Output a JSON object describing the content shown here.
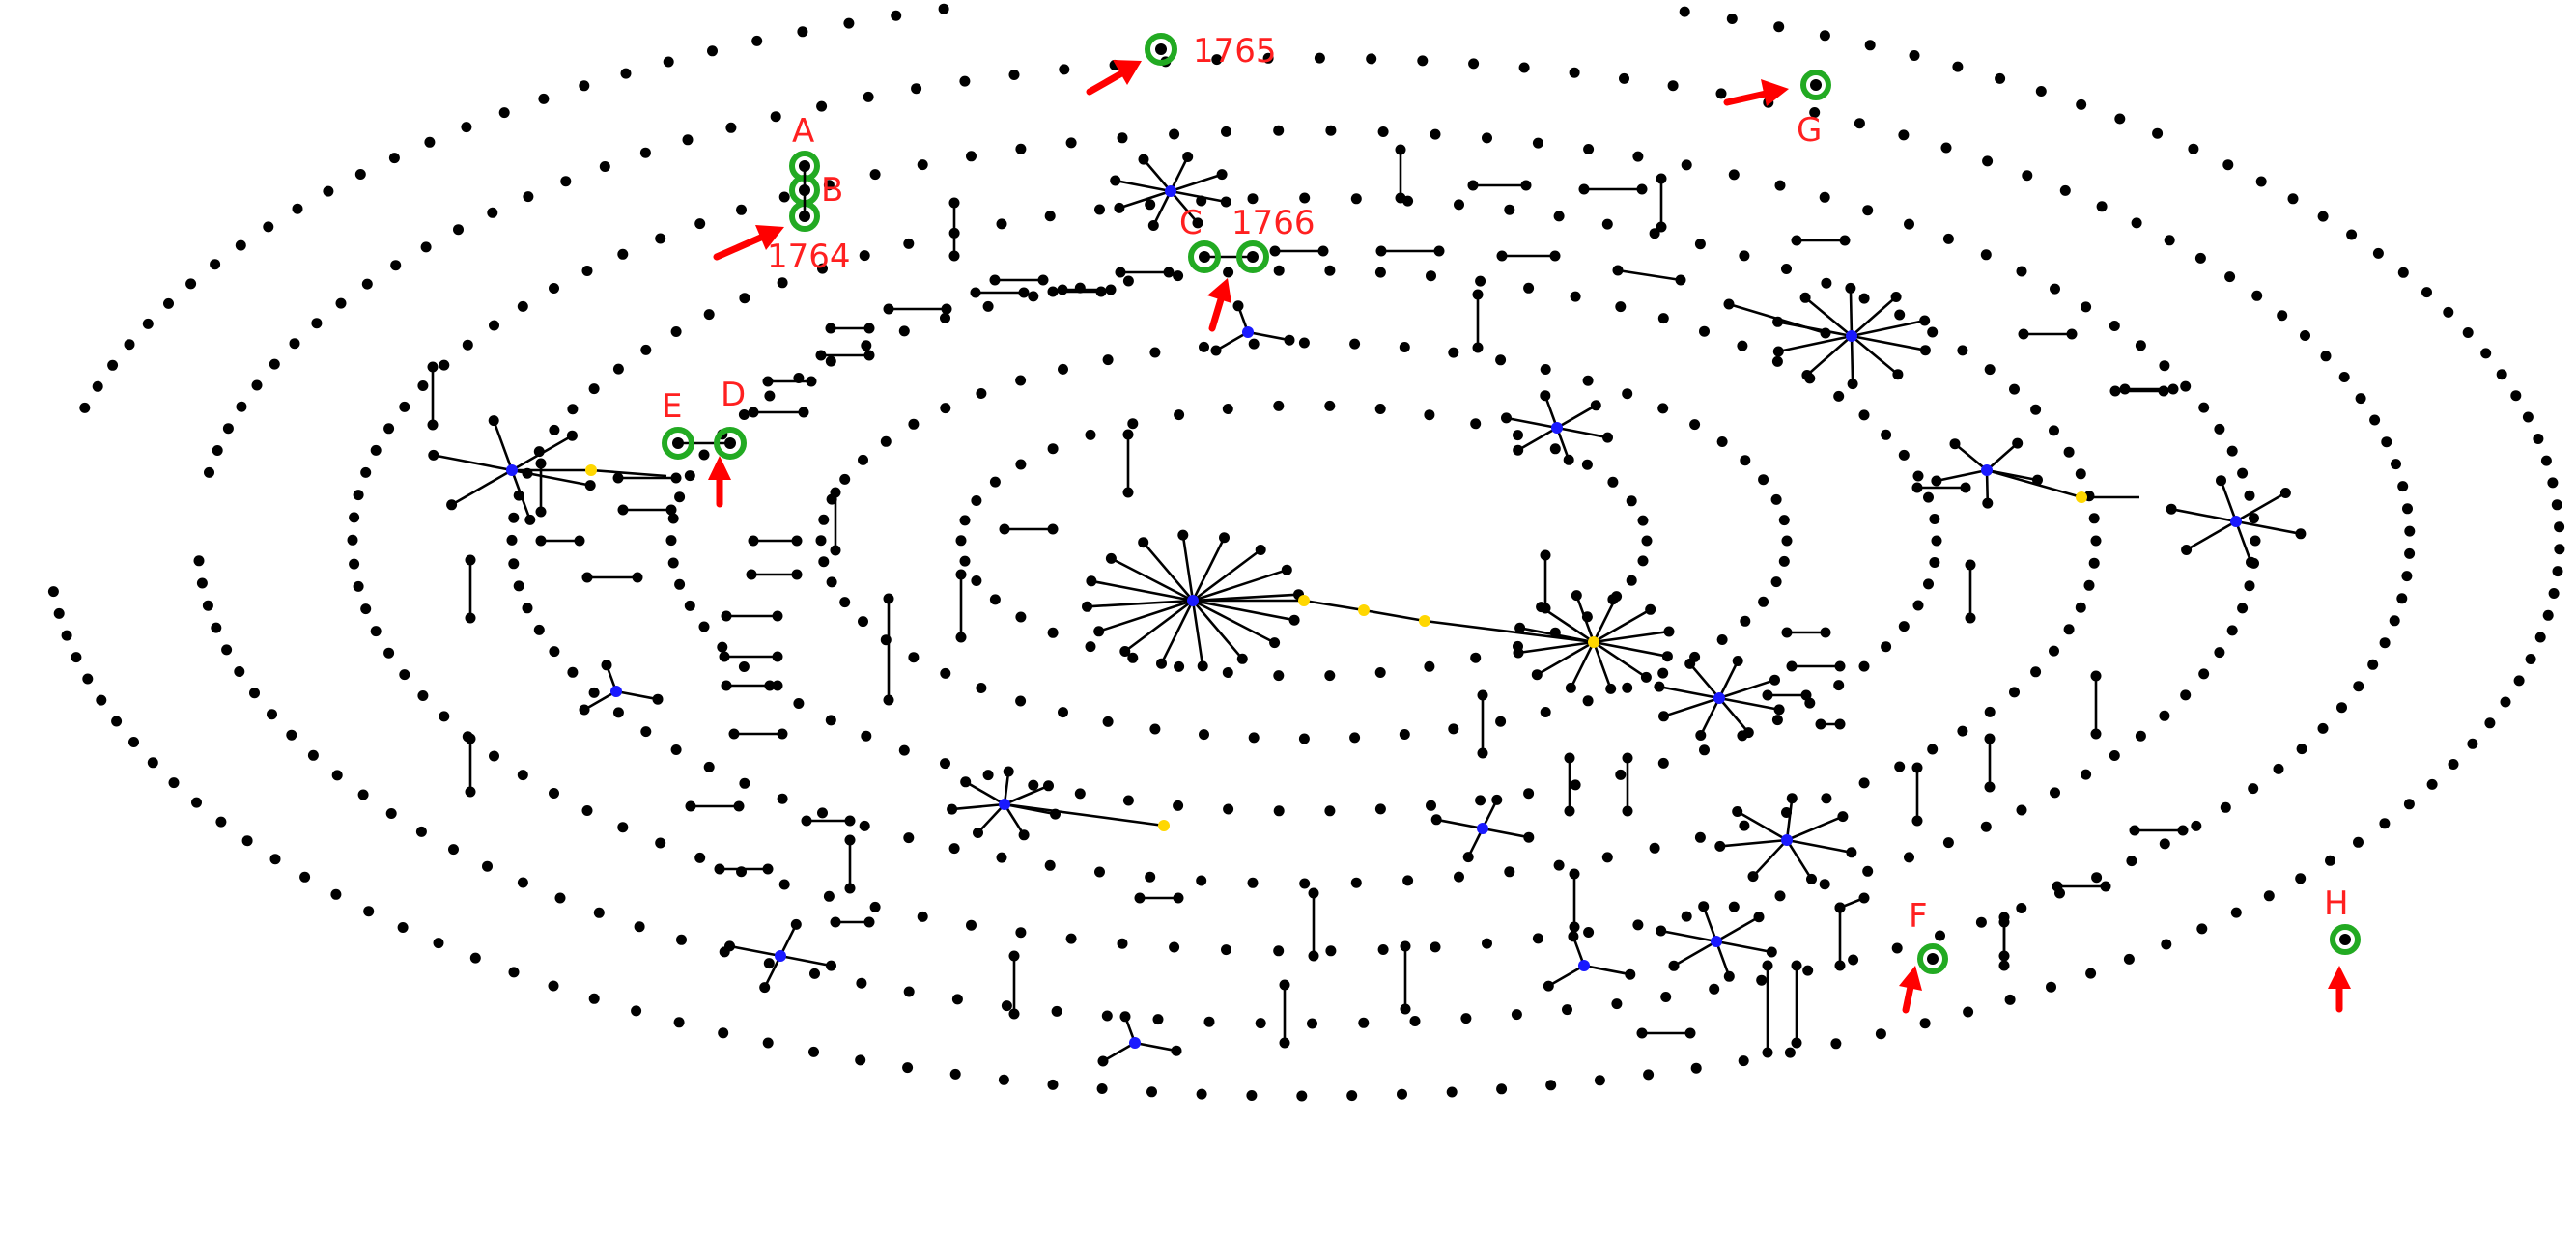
{
  "colors": {
    "node": "#000000",
    "hub": "#1a1aff",
    "bridge": "#ffd700",
    "highlight": "#22aa22",
    "annotation": "#ff0000"
  },
  "annotations": {
    "a": "A",
    "b": "B",
    "c": "C",
    "d": "D",
    "e": "E",
    "f": "F",
    "g": "G",
    "h": "H",
    "n1764": "1764",
    "n1765": "1765",
    "n1766": "1766"
  }
}
